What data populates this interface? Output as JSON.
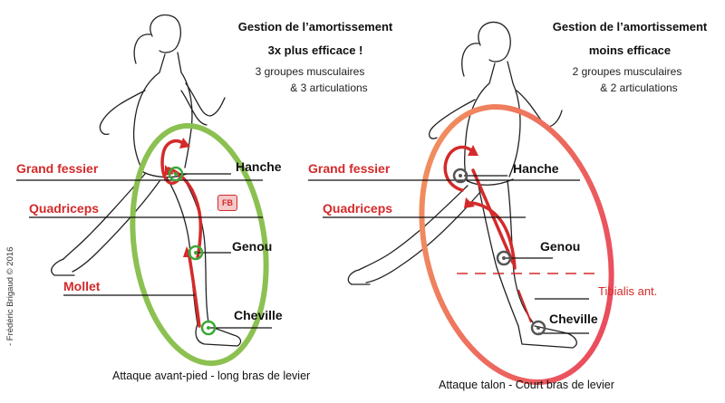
{
  "left_panel": {
    "title_line1": "Gestion de l’amortissement",
    "title_line2": "3x plus efficace !",
    "subtitle_line1": "3 groupes musculaires",
    "subtitle_line2": "& 3 articulations",
    "labels": {
      "grand_fessier": "Grand fessier",
      "quadriceps": "Quadriceps",
      "mollet": "Mollet",
      "hanche": "Hanche",
      "genou": "Genou",
      "cheville": "Cheville"
    },
    "badge": "FB",
    "caption": "Attaque avant-pied - long bras de levier",
    "ellipse_color": "#8cc152",
    "joint_color": "#3aa935"
  },
  "right_panel": {
    "title_line1": "Gestion de l’amortissement",
    "title_line2": "moins efficace",
    "subtitle_line1": "2 groupes musculaires",
    "subtitle_line2": "& 2 articulations",
    "labels": {
      "grand_fessier": "Grand fessier",
      "quadriceps": "Quadriceps",
      "tibialis": "Tibialis ant.",
      "hanche": "Hanche",
      "genou": "Genou",
      "cheville": "Cheville"
    },
    "caption": "Attaque talon - Court bras de levier",
    "ellipse_color_start": "#f08a5d",
    "ellipse_color_end": "#e8405e",
    "joint_color": "#555555"
  },
  "copyright": "- Frédéric Brigaud © 2016",
  "accent_red": "#d42a2a"
}
